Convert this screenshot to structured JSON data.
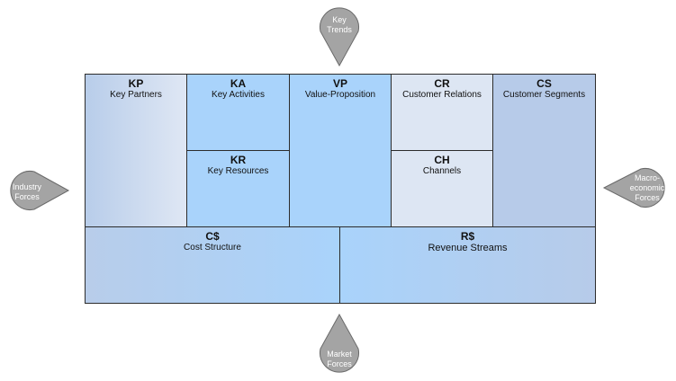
{
  "canvas": {
    "blocks": [
      {
        "id": "kp",
        "abbr": "KP",
        "label": "Key Partners"
      },
      {
        "id": "ka",
        "abbr": "KA",
        "label": "Key Activities"
      },
      {
        "id": "kr",
        "abbr": "KR",
        "label": "Key Resources"
      },
      {
        "id": "vp",
        "abbr": "VP",
        "label": "Value-Proposition"
      },
      {
        "id": "cr",
        "abbr": "CR",
        "label": "Customer Relations"
      },
      {
        "id": "ch",
        "abbr": "CH",
        "label": "Channels"
      },
      {
        "id": "cs",
        "abbr": "CS",
        "label": "Customer Segments"
      },
      {
        "id": "costs",
        "abbr": "C$",
        "label": "Cost Structure"
      },
      {
        "id": "revenue",
        "abbr": "R$",
        "label": "Revenue Streams"
      }
    ]
  },
  "forces": {
    "key_trends": "Key\nTrends",
    "industry": "Industry\nForces",
    "macro": "Macro-\neconomic\nForces",
    "market": "Market\nForces"
  },
  "colors": {
    "light_blue": "#a9d3fb",
    "pale_blue": "#dde6f3",
    "steel_blue": "#b7cbe9",
    "marker_gray": "#a4a4a4"
  }
}
